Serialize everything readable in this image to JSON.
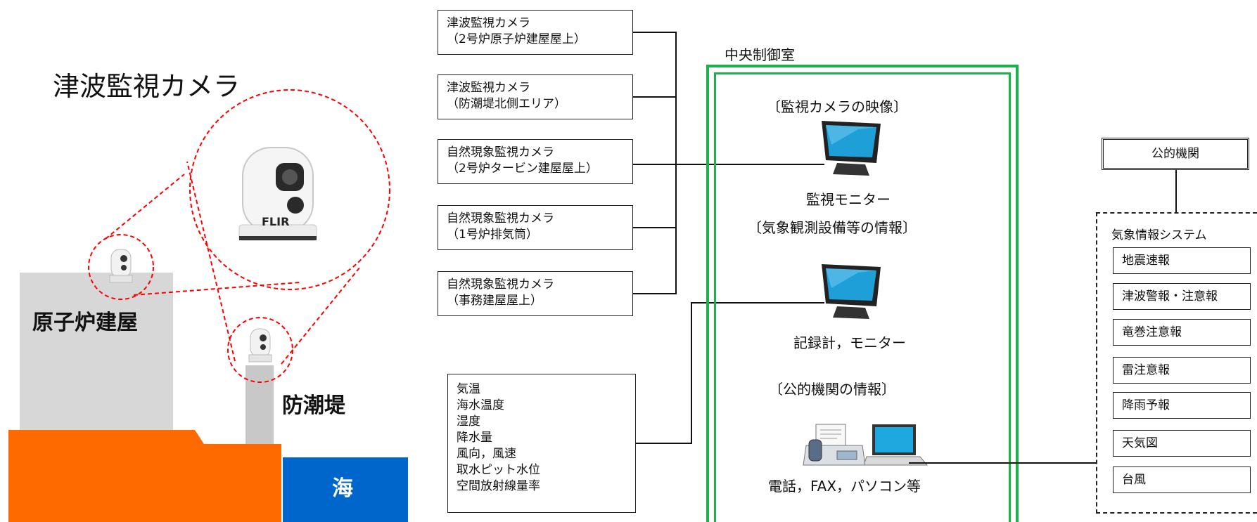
{
  "left": {
    "title": "津波監視カメラ",
    "reactor_building": "原子炉建屋",
    "seawall": "防潮堤",
    "sea": "海",
    "camera_brand": "FLIR",
    "colors": {
      "ground": "#ff6a00",
      "sea": "#0066cc",
      "building": "#d7d7d7",
      "circle": "#ff0000"
    }
  },
  "cameras": [
    {
      "line1": "津波監視カメラ",
      "line2": "（2号炉原子炉建屋屋上）"
    },
    {
      "line1": "津波監視カメラ",
      "line2": "（防潮堤北側エリア）"
    },
    {
      "line1": "自然現象監視カメラ",
      "line2": "（2号炉タービン建屋屋上）"
    },
    {
      "line1": "自然現象監視カメラ",
      "line2": "（1号炉排気筒）"
    },
    {
      "line1": "自然現象監視カメラ",
      "line2": "（事務建屋屋上）"
    }
  ],
  "weather_items": [
    "気温",
    "海水温度",
    "湿度",
    "降水量",
    "風向，風速",
    "取水ピット水位",
    "空間放射線量率"
  ],
  "control_room": {
    "title": "中央制御室",
    "border_color": "#19b24b",
    "section1": "〔監視カメラの映像〕",
    "monitor1_label": "監視モニター",
    "section2": "〔気象観測設備等の情報〕",
    "monitor2_label": "記録計，モニター",
    "section3": "〔公的機関の情報〕",
    "devices_label": "電話，FAX，パソコン等"
  },
  "public_agency": {
    "title": "公的機関",
    "system_title": "気象情報システム",
    "items": [
      "地震速報",
      "津波警報・注意報",
      "竜巻注意報",
      "雷注意報",
      "降雨予報",
      "天気図",
      "台風"
    ]
  }
}
